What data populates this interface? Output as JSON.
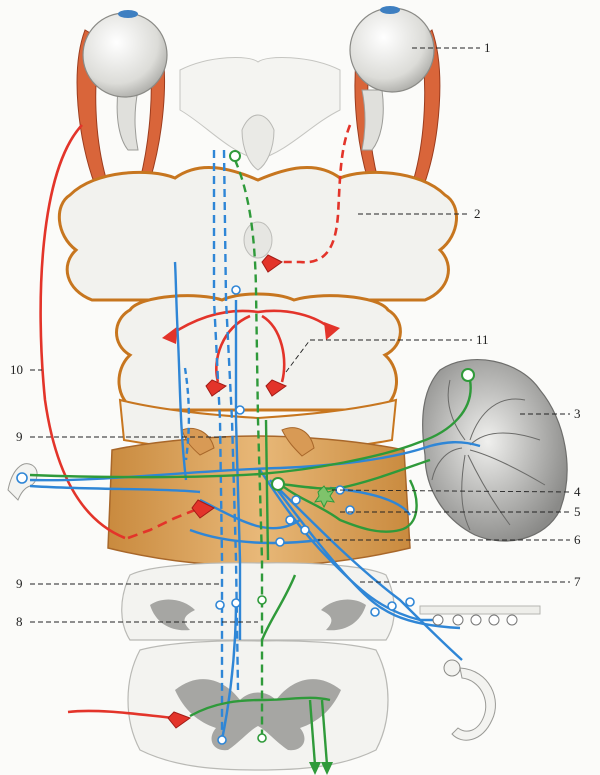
{
  "labels": [
    {
      "id": "1",
      "text": "1"
    },
    {
      "id": "2",
      "text": "2"
    },
    {
      "id": "3",
      "text": "3"
    },
    {
      "id": "4",
      "text": "4"
    },
    {
      "id": "5",
      "text": "5"
    },
    {
      "id": "6",
      "text": "6"
    },
    {
      "id": "7",
      "text": "7"
    },
    {
      "id": "8",
      "text": "8"
    },
    {
      "id": "9a",
      "text": "9"
    },
    {
      "id": "9b",
      "text": "9"
    },
    {
      "id": "10",
      "text": "10"
    },
    {
      "id": "11",
      "text": "11"
    }
  ],
  "colors": {
    "motor_path": "#e3342a",
    "sensory_path": "#2f86d6",
    "cerebellar_path": "#2f9a3a",
    "muscle": "#d9653a",
    "tissue": "#f2f2ee",
    "tissue_edge": "#c7761f",
    "gray_matter": "#9a9a98",
    "pons_band": "#d9a25a"
  }
}
